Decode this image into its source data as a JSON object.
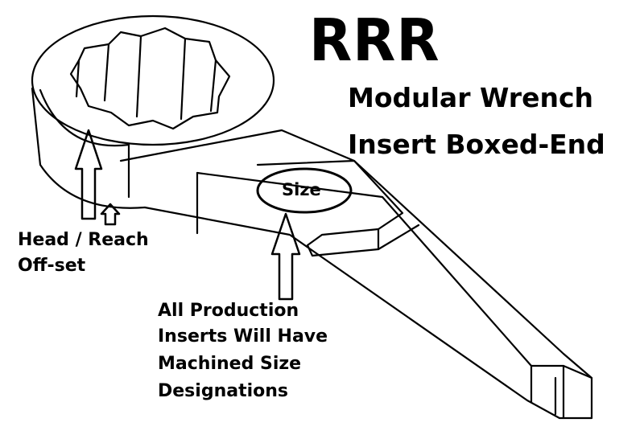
{
  "brand": "RRR",
  "title": {
    "line1": "Modular Wrench",
    "line2": "Insert Boxed-End"
  },
  "size_marker": "Size",
  "head_label": {
    "line1": "Head / Reach",
    "line2": "Off-set"
  },
  "note": {
    "line1": "All Production",
    "line2": "Inserts Will Have",
    "line3": "Machined Size",
    "line4": "Designations"
  },
  "colors": {
    "ink": "#000000",
    "paper": "#ffffff"
  }
}
